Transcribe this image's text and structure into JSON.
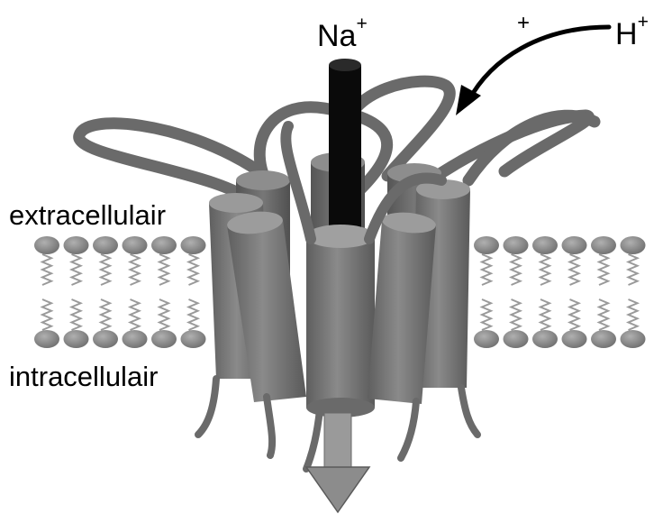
{
  "labels": {
    "sodium_ion": "Na",
    "sodium_charge": "+",
    "proton_ion": "H",
    "proton_charge": "+",
    "plus_sign": "+",
    "extracellular": "extracellulair",
    "intracellular": "intracellulair"
  },
  "colors": {
    "background": "#ffffff",
    "helix_fill": "#7a7a7a",
    "helix_top": "#9a9a9a",
    "loop": "#6a6a6a",
    "pore": "#0a0a0a",
    "lipid_head": "#8c8c8c",
    "lipid_tail": "#9a9a9a",
    "arrow": "#000000"
  },
  "icons": {
    "channel": "ion-channel-helices-icon",
    "pore": "sodium-pore-icon",
    "membrane": "lipid-bilayer-icon",
    "proton_arrow": "curved-arrow-icon",
    "flux_arrow": "down-arrow-icon"
  }
}
